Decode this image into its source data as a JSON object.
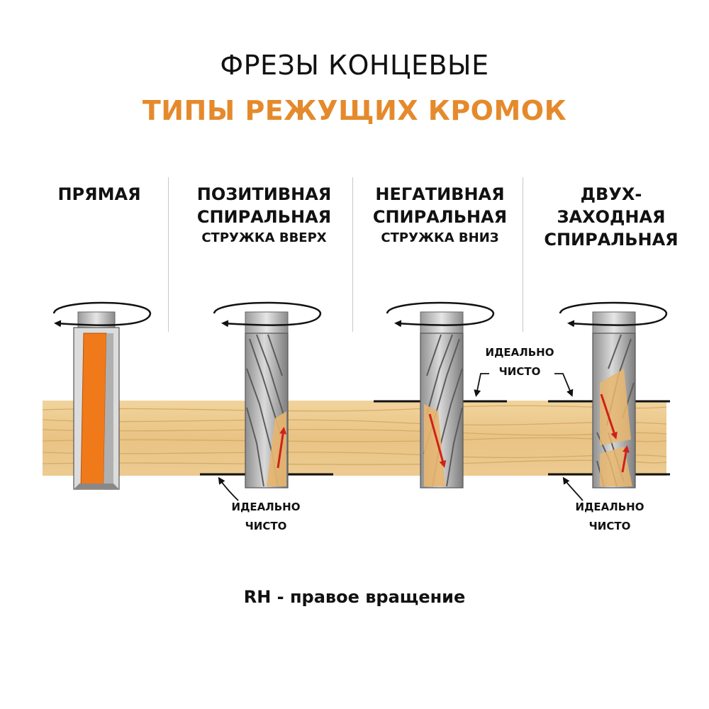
{
  "title": {
    "line1": "ФРЕЗЫ КОНЦЕВЫЕ",
    "line2": "ТИПЫ РЕЖУЩИХ КРОМОК"
  },
  "columns": [
    {
      "title_lines": [
        "ПРЯМАЯ"
      ],
      "subtitle": ""
    },
    {
      "title_lines": [
        "ПОЗИТИВНАЯ",
        "СПИРАЛЬНАЯ"
      ],
      "subtitle": "СТРУЖКА ВВЕРХ"
    },
    {
      "title_lines": [
        "НЕГАТИВНАЯ",
        "СПИРАЛЬНАЯ"
      ],
      "subtitle": "СТРУЖКА ВНИЗ"
    },
    {
      "title_lines": [
        "ДВУХ-",
        "ЗАХОДНАЯ",
        "СПИРАЛЬНАЯ"
      ],
      "subtitle": ""
    }
  ],
  "notes": {
    "clean_line1": "ИДЕАЛЬНО",
    "clean_line2": "ЧИСТО"
  },
  "footer": "RH - правое вращение",
  "colors": {
    "accent": "#e58a2c",
    "wood": "#ecc88a",
    "wood_grain": "#d4a864",
    "steel": "#a9a9a9",
    "arrow_red": "#d0201a"
  }
}
